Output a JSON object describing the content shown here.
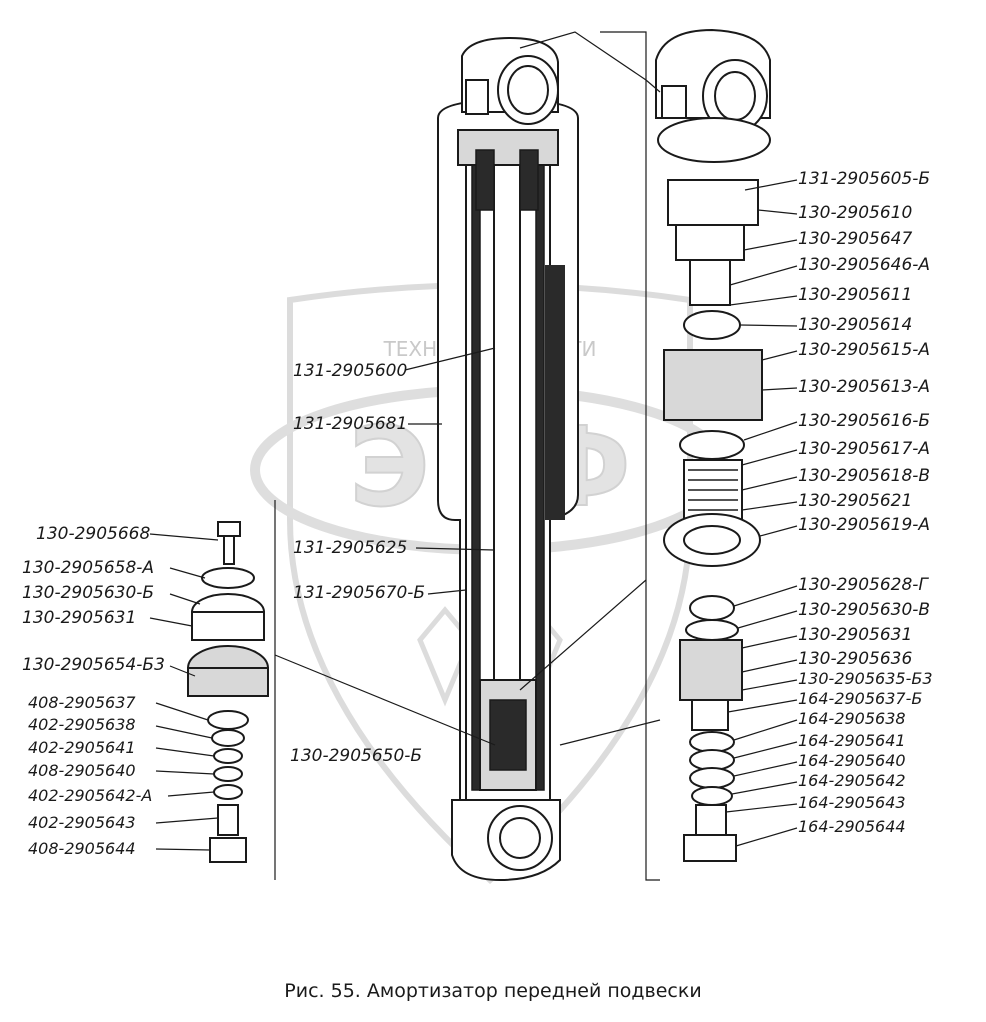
{
  "caption": "Рис. 55. Амортизатор передней подвески",
  "watermark": {
    "line": "ТЕХНИКА  ЗАПЧАСТИ",
    "logo": "ЭПФ"
  },
  "labels": {
    "center": [
      "131-2905600",
      "131-2905681",
      "131-2905625",
      "131-2905670-Б",
      "130-2905650-Б"
    ],
    "left": [
      "130-2905668",
      "130-2905658-А",
      "130-2905630-Б",
      "130-2905631",
      "130-2905654-Б3",
      "408-2905637",
      "402-2905638",
      "402-2905641",
      "408-2905640",
      "402-2905642-А",
      "402-2905643",
      "408-2905644"
    ],
    "right_top": [
      "131-2905605-Б",
      "130-2905610",
      "130-2905647",
      "130-2905646-А",
      "130-2905611",
      "130-2905614",
      "130-2905615-А",
      "130-2905613-А",
      "130-2905616-Б",
      "130-2905617-А",
      "130-2905618-В",
      "130-2905621",
      "130-2905619-А"
    ],
    "right_bottom": [
      "130-2905628-Г",
      "130-2905630-В",
      "130-2905631",
      "130-2905636",
      "130-2905635-Б3",
      "164-2905637-Б",
      "164-2905638",
      "164-2905641",
      "164-2905640",
      "164-2905642",
      "164-2905643",
      "164-2905644"
    ]
  }
}
